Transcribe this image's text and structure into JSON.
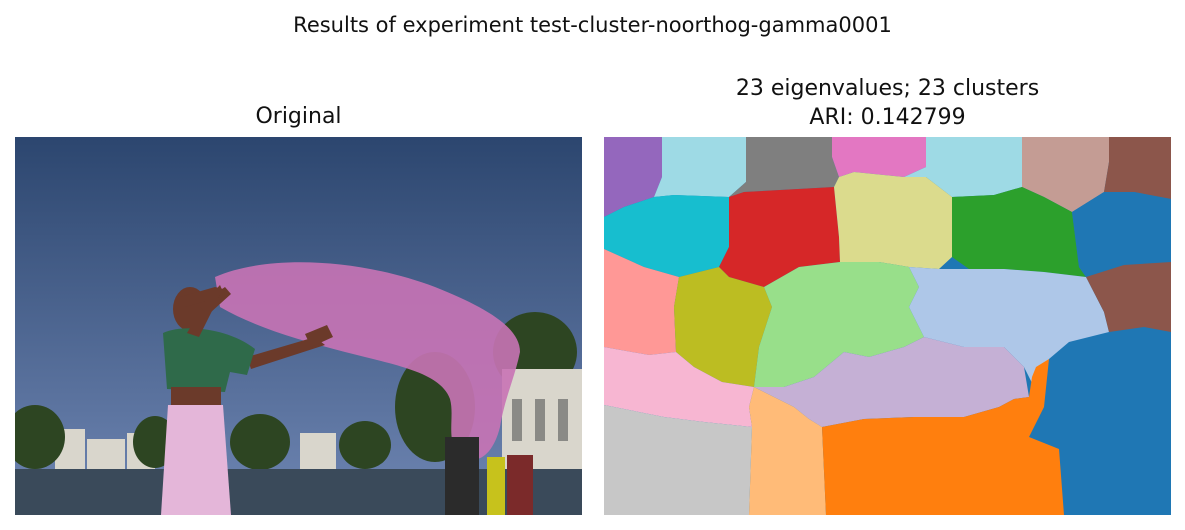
{
  "figure": {
    "suptitle": "Results of experiment test-cluster-noorthog-gamma0001",
    "left_title": "Original",
    "right_title_line1": "23 eigenvalues; 23 clusters",
    "right_title_line2": "ARI: 0.142799"
  },
  "photo": {
    "sky_top": "#2c466f",
    "sky_bottom": "#6f86b3",
    "scarf": "#c873b5",
    "blouse": "#2f6a4a",
    "skirt": "#e4b6d9",
    "skin": "#6b3a2a",
    "water": "#3a4a5a",
    "trees": "#2d4522",
    "buildings": "#d9d6cc"
  },
  "palette": {
    "blue": "#1f77b4",
    "orange": "#ff7f0e",
    "green": "#2ca02c",
    "red": "#d62728",
    "purple": "#9467bd",
    "brown": "#8c564b",
    "pink": "#e377c2",
    "gray": "#7f7f7f",
    "olive": "#bcbd22",
    "cyan": "#17becf",
    "light_blue": "#aec7e8",
    "light_orange": "#ffbb78",
    "light_green": "#98df8a",
    "light_red": "#ff9896",
    "light_purple": "#c5b0d5",
    "light_brown": "#c49c94",
    "light_pink": "#f7b6d2",
    "light_gray": "#c7c7c7",
    "light_olive": "#dbdb8d",
    "light_cyan": "#9edae5"
  }
}
